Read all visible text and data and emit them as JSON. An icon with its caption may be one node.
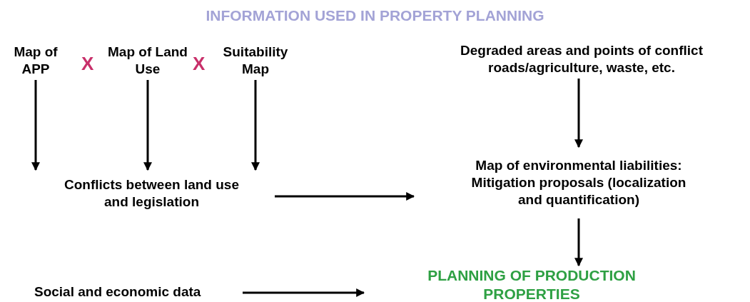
{
  "diagram": {
    "title": "INFORMATION USED IN PROPERTY PLANNING",
    "nodes": [
      {
        "text": [
          "Map of APP"
        ]
      },
      {
        "text": [
          "Map of Land Use"
        ]
      },
      {
        "text": [
          "Suitability Map"
        ]
      },
      {
        "text": [
          "Degraded areas and points of conflict roads/agriculture, waste, etc."
        ]
      },
      {
        "text": [
          "Conflicts between land use and legislation"
        ]
      },
      {
        "text": [
          "Map of environmental liabilities: Mitigation proposals (localization and quantification)"
        ]
      },
      {
        "text": [
          "Social and economic data"
        ]
      },
      {
        "text": [
          "PLANNING OF PRODUCTION PROPERTIES"
        ]
      }
    ],
    "edges": [
      {
        "from": 0,
        "to": 4,
        "arrow": "to"
      },
      {
        "from": 1,
        "to": 4,
        "arrow": "to"
      },
      {
        "from": 2,
        "to": 4,
        "arrow": "to"
      },
      {
        "from": 3,
        "to": 5,
        "arrow": "to"
      },
      {
        "from": 4,
        "to": 5,
        "arrow": "to"
      },
      {
        "from": 5,
        "to": 7,
        "arrow": "to"
      },
      {
        "from": 6,
        "to": 7,
        "arrow": "to"
      }
    ],
    "labels": [
      "X",
      "X"
    ]
  }
}
